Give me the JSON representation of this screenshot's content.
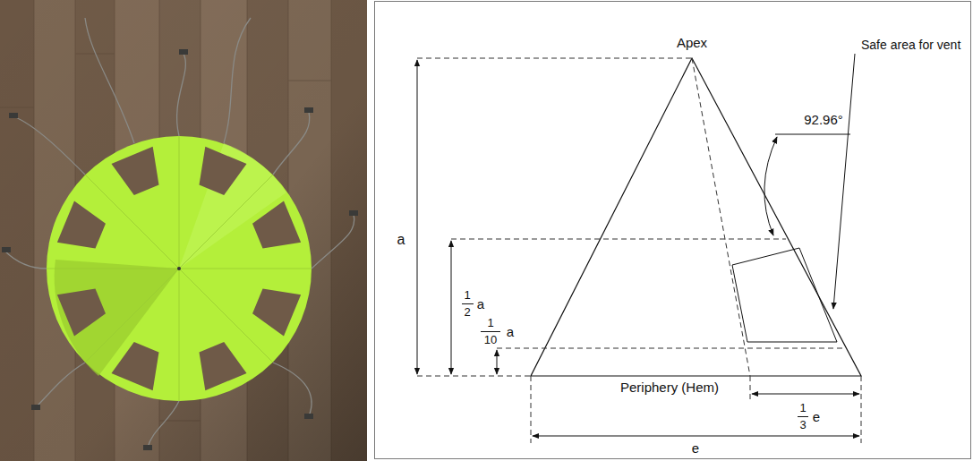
{
  "diagram": {
    "labels": [
      "Apex",
      "a",
      "1",
      "2",
      "a",
      "92.96°",
      "1",
      "10",
      "a",
      "Safe area for vent",
      "Periphery (Hem)",
      "1",
      "3",
      "e",
      "e"
    ]
  }
}
